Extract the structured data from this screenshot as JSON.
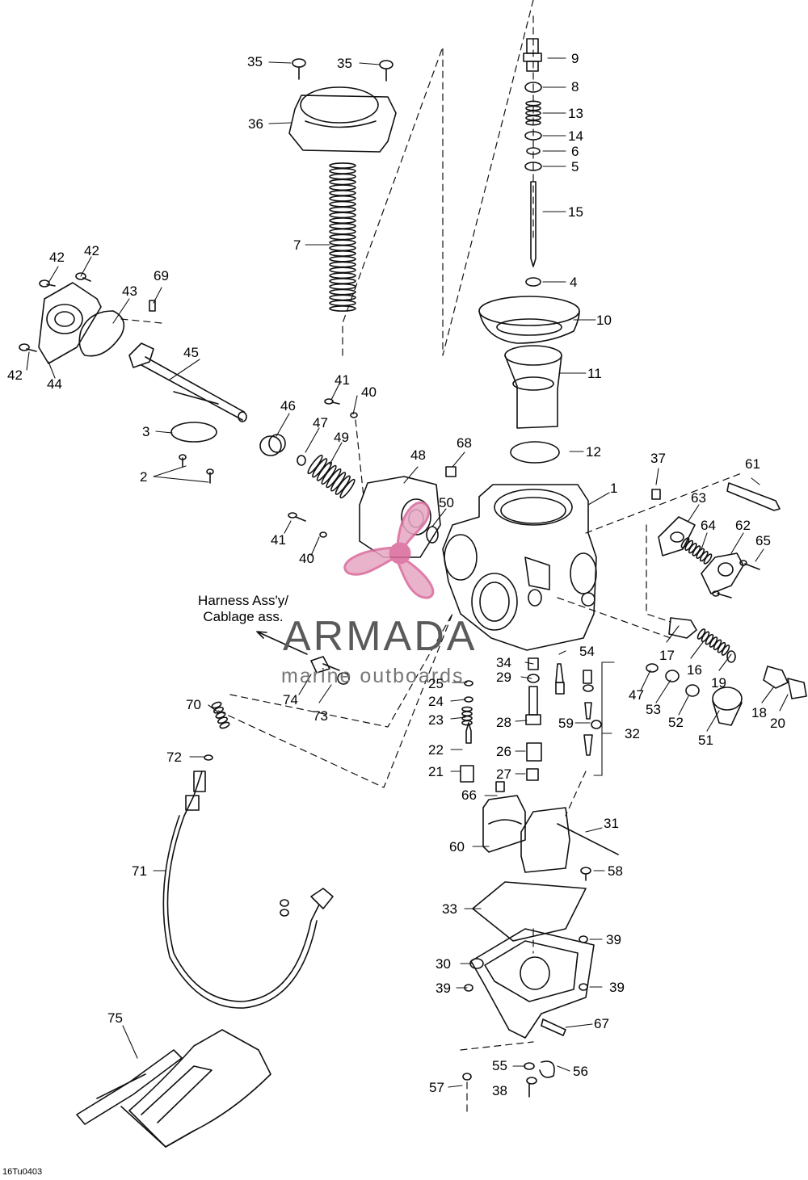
{
  "harness": {
    "line1": "Harness Ass'y/",
    "line2": "Cablage ass."
  },
  "watermark": {
    "title": "ARMADA",
    "subtitle": "marine outboards",
    "accent_color": "#d9679a",
    "text_color": "#5a5a5a"
  },
  "diagram_code": "16Tu0403",
  "callouts": [
    {
      "key": "c35a",
      "text": "35"
    },
    {
      "key": "c35b",
      "text": "35"
    },
    {
      "key": "c36",
      "text": "36"
    },
    {
      "key": "c7",
      "text": "7"
    },
    {
      "key": "c9",
      "text": "9"
    },
    {
      "key": "c8",
      "text": "8"
    },
    {
      "key": "c13",
      "text": "13"
    },
    {
      "key": "c14",
      "text": "14"
    },
    {
      "key": "c6",
      "text": "6"
    },
    {
      "key": "c5",
      "text": "5"
    },
    {
      "key": "c15",
      "text": "15"
    },
    {
      "key": "c4",
      "text": "4"
    },
    {
      "key": "c10",
      "text": "10"
    },
    {
      "key": "c11",
      "text": "11"
    },
    {
      "key": "c12",
      "text": "12"
    },
    {
      "key": "c42a",
      "text": "42"
    },
    {
      "key": "c42b",
      "text": "42"
    },
    {
      "key": "c42c",
      "text": "42"
    },
    {
      "key": "c43",
      "text": "43"
    },
    {
      "key": "c69",
      "text": "69"
    },
    {
      "key": "c44",
      "text": "44"
    },
    {
      "key": "c45",
      "text": "45"
    },
    {
      "key": "c3",
      "text": "3"
    },
    {
      "key": "c2",
      "text": "2"
    },
    {
      "key": "c46",
      "text": "46"
    },
    {
      "key": "c41a",
      "text": "41"
    },
    {
      "key": "c40a",
      "text": "40"
    },
    {
      "key": "c47a",
      "text": "47"
    },
    {
      "key": "c49",
      "text": "49"
    },
    {
      "key": "c48",
      "text": "48"
    },
    {
      "key": "c68",
      "text": "68"
    },
    {
      "key": "c50",
      "text": "50"
    },
    {
      "key": "c41b",
      "text": "41"
    },
    {
      "key": "c40b",
      "text": "40"
    },
    {
      "key": "c1",
      "text": "1"
    },
    {
      "key": "c37",
      "text": "37"
    },
    {
      "key": "c61",
      "text": "61"
    },
    {
      "key": "c63",
      "text": "63"
    },
    {
      "key": "c64",
      "text": "64"
    },
    {
      "key": "c62",
      "text": "62"
    },
    {
      "key": "c65",
      "text": "65"
    },
    {
      "key": "c34",
      "text": "34"
    },
    {
      "key": "c29",
      "text": "29"
    },
    {
      "key": "c54",
      "text": "54"
    },
    {
      "key": "c25",
      "text": "25"
    },
    {
      "key": "c24",
      "text": "24"
    },
    {
      "key": "c23",
      "text": "23"
    },
    {
      "key": "c28",
      "text": "28"
    },
    {
      "key": "c59",
      "text": "59"
    },
    {
      "key": "c32",
      "text": "32"
    },
    {
      "key": "c22",
      "text": "22"
    },
    {
      "key": "c26",
      "text": "26"
    },
    {
      "key": "c21",
      "text": "21"
    },
    {
      "key": "c27",
      "text": "27"
    },
    {
      "key": "c17",
      "text": "17"
    },
    {
      "key": "c16",
      "text": "16"
    },
    {
      "key": "c19",
      "text": "19"
    },
    {
      "key": "c47b",
      "text": "47"
    },
    {
      "key": "c53",
      "text": "53"
    },
    {
      "key": "c52",
      "text": "52"
    },
    {
      "key": "c51",
      "text": "51"
    },
    {
      "key": "c18",
      "text": "18"
    },
    {
      "key": "c20",
      "text": "20"
    },
    {
      "key": "c74",
      "text": "74"
    },
    {
      "key": "c73",
      "text": "73"
    },
    {
      "key": "c70",
      "text": "70"
    },
    {
      "key": "c72",
      "text": "72"
    },
    {
      "key": "c66",
      "text": "66"
    },
    {
      "key": "c60",
      "text": "60"
    },
    {
      "key": "c31",
      "text": "31"
    },
    {
      "key": "c58",
      "text": "58"
    },
    {
      "key": "c71",
      "text": "71"
    },
    {
      "key": "c33",
      "text": "33"
    },
    {
      "key": "c39a",
      "text": "39"
    },
    {
      "key": "c30",
      "text": "30"
    },
    {
      "key": "c39b",
      "text": "39"
    },
    {
      "key": "c39c",
      "text": "39"
    },
    {
      "key": "c67",
      "text": "67"
    },
    {
      "key": "c75",
      "text": "75"
    },
    {
      "key": "c55",
      "text": "55"
    },
    {
      "key": "c56",
      "text": "56"
    },
    {
      "key": "c57",
      "text": "57"
    },
    {
      "key": "c38",
      "text": "38"
    }
  ]
}
